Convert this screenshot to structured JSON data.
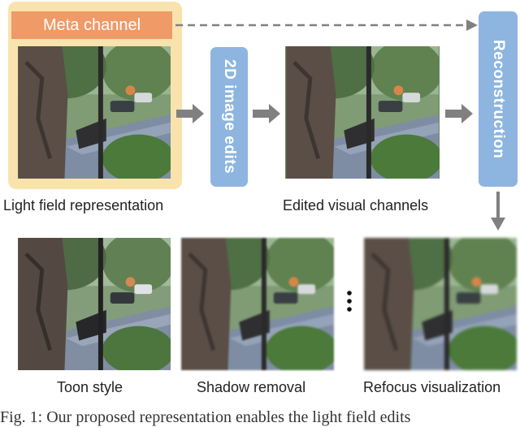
{
  "diagram": {
    "meta_channel_label": "Meta channel",
    "image_edits_label": "2D image edits",
    "reconstruction_label": "Reconstruction",
    "light_field_label": "Light field representation",
    "edited_channels_label": "Edited visual channels",
    "outputs": [
      {
        "label": "Toon style"
      },
      {
        "label": "Shadow removal"
      },
      {
        "label": "Refocus visualization"
      }
    ]
  },
  "caption": "Fig. 1: Our proposed representation enables the light field edits",
  "colors": {
    "meta_background": "#f9e3ad",
    "meta_bar": "#ef9a67",
    "process_box": "#8db5e0",
    "arrow": "#808080"
  }
}
